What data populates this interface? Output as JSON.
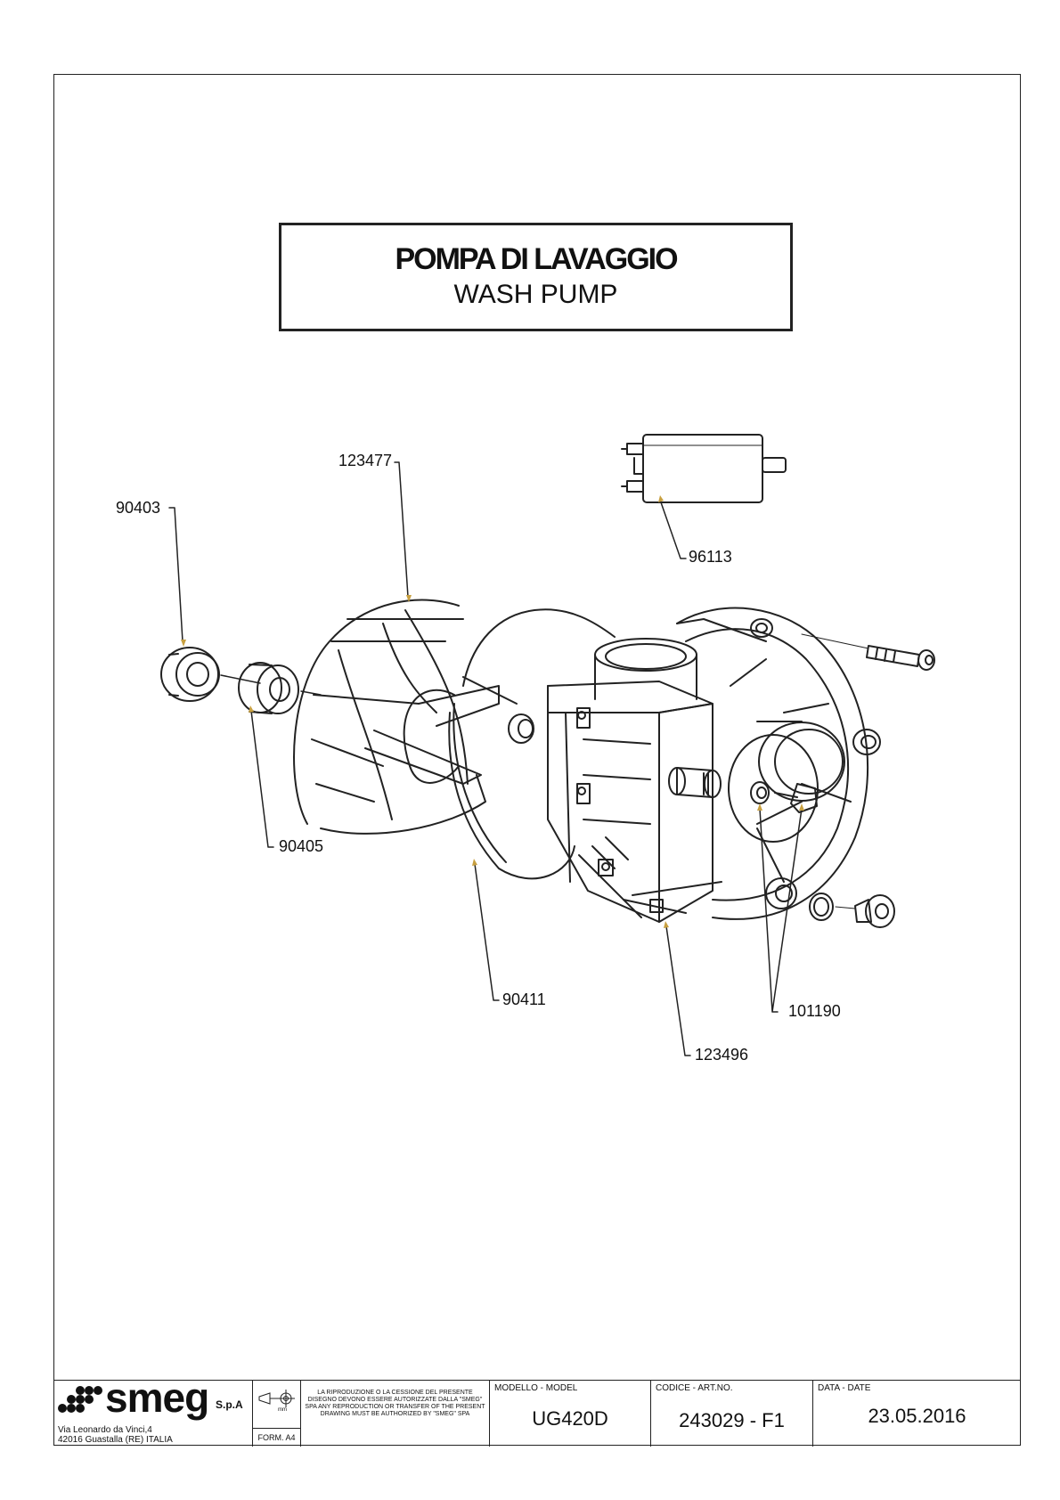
{
  "title": {
    "italian": "POMPA DI LAVAGGIO",
    "english": "WASH PUMP"
  },
  "parts": [
    {
      "code": "123477"
    },
    {
      "code": "90403"
    },
    {
      "code": "96113"
    },
    {
      "code": "90405"
    },
    {
      "code": "90411"
    },
    {
      "code": "101190"
    },
    {
      "code": "123496"
    }
  ],
  "title_block": {
    "logo_text": "smeg",
    "company_suffix": "S.p.A",
    "address_line1": "Via Leonardo da Vinci,4",
    "address_line2": "42016  Guastalla (RE) ITALIA",
    "unit": "mm",
    "format": "FORM. A4",
    "notice": "LA RIPRODUZIONE O LA CESSIONE DEL PRESENTE DISEGNO DEVONO ESSERE AUTORIZZATE DALLA \"SMEG\" SPA ANY REPRODUCTION OR TRANSFER OF THE PRESENT DRAWING MUST BE AUTHORIZED BY \"SMEG\" SPA",
    "model_label": "MODELLO - MODEL",
    "model_value": "UG420D",
    "code_label": "CODICE - ART.NO.",
    "code_value": "243029 - F1",
    "date_label": "DATA - DATE",
    "date_value": "23.05.2016"
  },
  "colors": {
    "line": "#222222",
    "leader_tip": "#c8a040"
  }
}
